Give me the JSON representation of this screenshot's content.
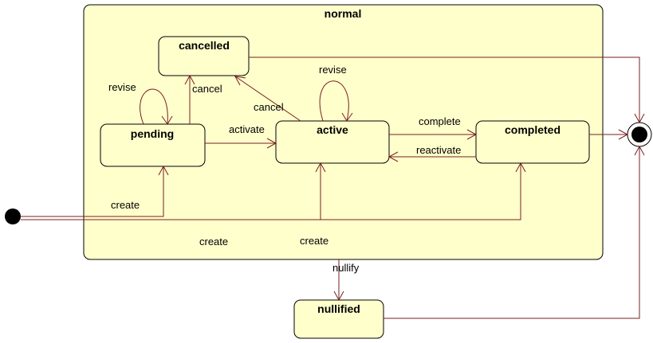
{
  "diagram": {
    "composite_state": "normal",
    "states": {
      "cancelled": "cancelled",
      "pending": "pending",
      "active": "active",
      "completed": "completed",
      "nullified": "nullified"
    },
    "transitions": {
      "pending_revise": "revise",
      "pending_cancel": "cancel",
      "pending_activate": "activate",
      "active_revise": "revise",
      "active_cancel": "cancel",
      "active_complete": "complete",
      "completed_reactivate": "reactivate",
      "create_pending": "create",
      "create_active": "create",
      "create_completed": "create",
      "normal_nullify": "nullify"
    }
  },
  "colors": {
    "state_fill": "#ffffcc",
    "edge": "#7a1f1f",
    "outline": "#000000"
  }
}
